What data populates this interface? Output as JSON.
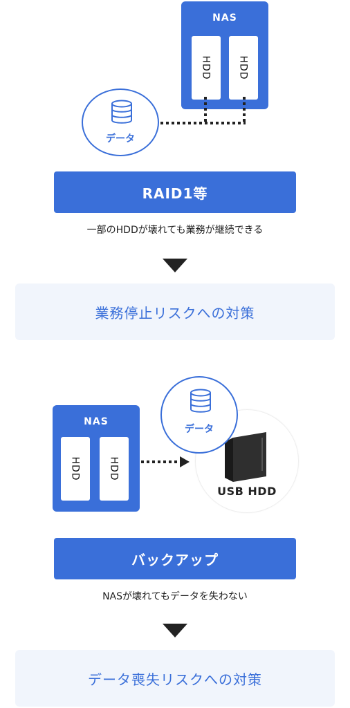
{
  "section1": {
    "nas_label": "NAS",
    "hdd_labels": [
      "HDD",
      "HDD"
    ],
    "data_label": "データ",
    "banner": "RAID1等",
    "caption": "一部のHDDが壊れても業務が継続できる",
    "result": "業務停止リスクへの対策"
  },
  "section2": {
    "nas_label": "NAS",
    "hdd_labels": [
      "HDD",
      "HDD"
    ],
    "data_label": "データ",
    "usb_label": "USB HDD",
    "banner": "バックアップ",
    "caption": "NASが壊れてもデータを失わない",
    "result": "データ喪失リスクへの対策"
  },
  "colors": {
    "accent": "#3a6fd9",
    "result_bg": "#f1f5fc",
    "text": "#222222"
  },
  "icons": [
    "database-icon",
    "usb-hdd-icon",
    "arrow-right-icon",
    "triangle-down-icon"
  ]
}
